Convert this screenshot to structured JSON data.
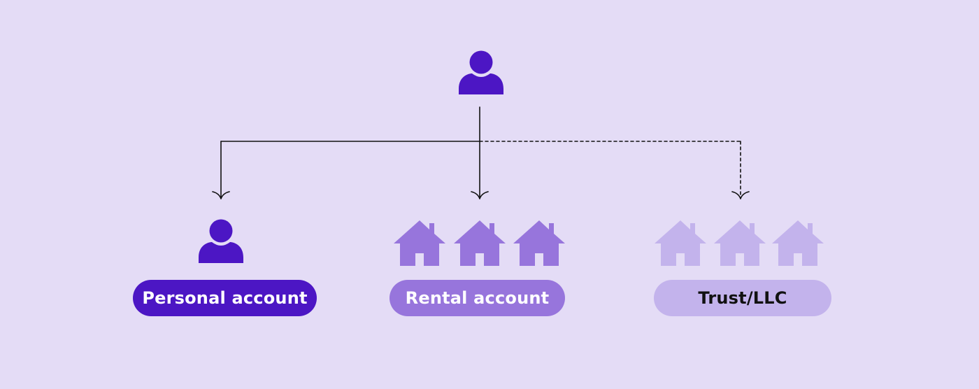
{
  "colors": {
    "background": "#e4dcf6",
    "connector": "#111111",
    "person": "#4c16c4",
    "rental": "#9775dc",
    "trust": "#c3b3ec"
  },
  "nodes": {
    "owner": {
      "icon": "person-icon"
    },
    "personal": {
      "icon": "person-icon",
      "label": "Personal account"
    },
    "rental": {
      "icon": "house-icon",
      "icon_count": 3,
      "label": "Rental account"
    },
    "trust": {
      "icon": "house-icon",
      "icon_count": 3,
      "label": "Trust/LLC"
    }
  },
  "connections": [
    {
      "from": "owner",
      "to": "personal",
      "style": "solid"
    },
    {
      "from": "owner",
      "to": "rental",
      "style": "solid"
    },
    {
      "from": "owner",
      "to": "trust",
      "style": "dashed"
    }
  ]
}
